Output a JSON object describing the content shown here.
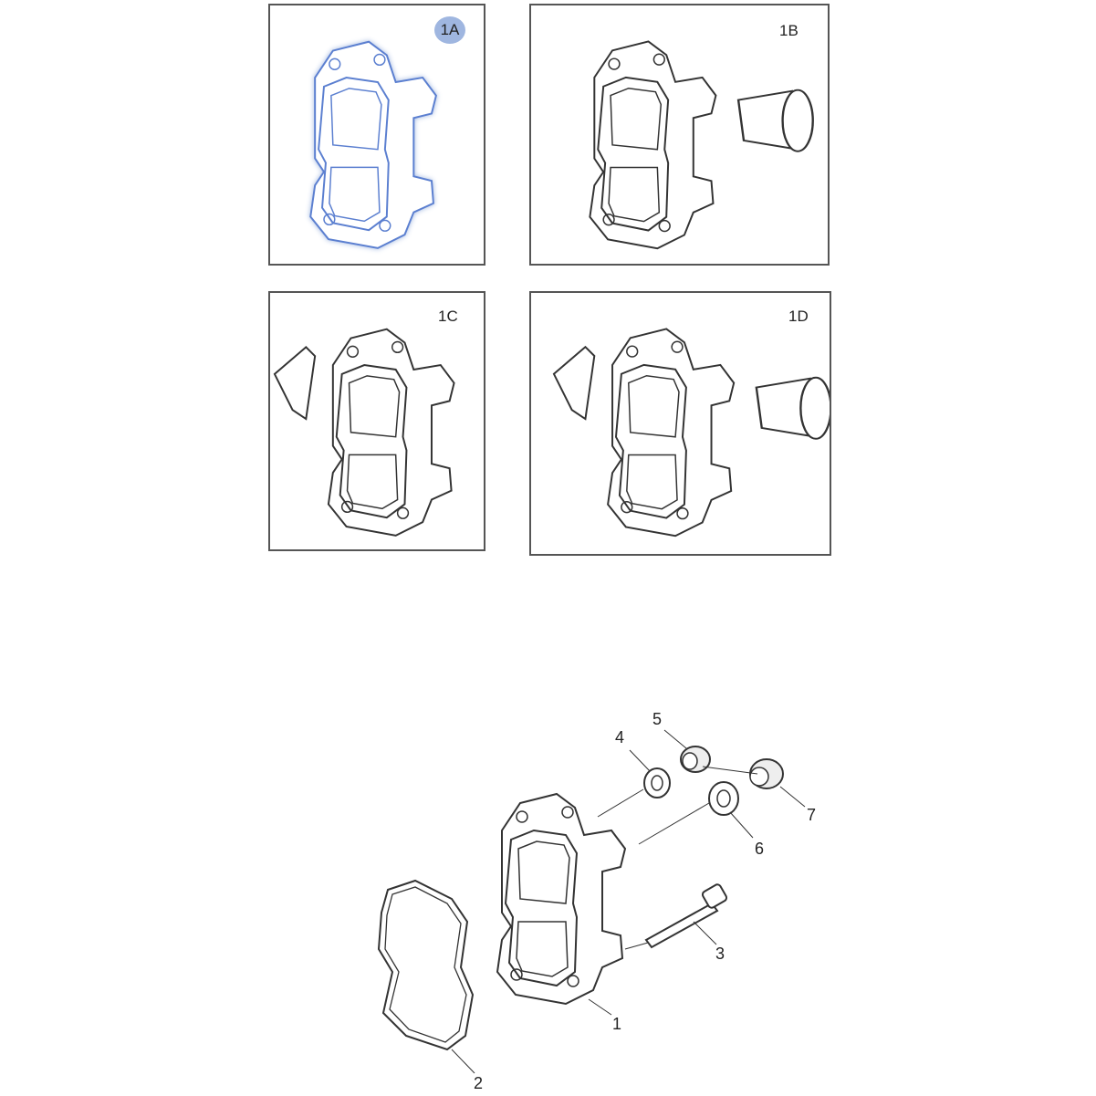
{
  "variants": [
    {
      "label": "1A",
      "selected": true
    },
    {
      "label": "1B",
      "selected": false
    },
    {
      "label": "1C",
      "selected": false
    },
    {
      "label": "1D",
      "selected": false
    }
  ],
  "callouts": [
    "1",
    "2",
    "3",
    "4",
    "5",
    "6",
    "7"
  ],
  "colors": {
    "highlight": "#9fb6e0",
    "line": "#333333",
    "selected_stroke": "#5b7fd0"
  }
}
